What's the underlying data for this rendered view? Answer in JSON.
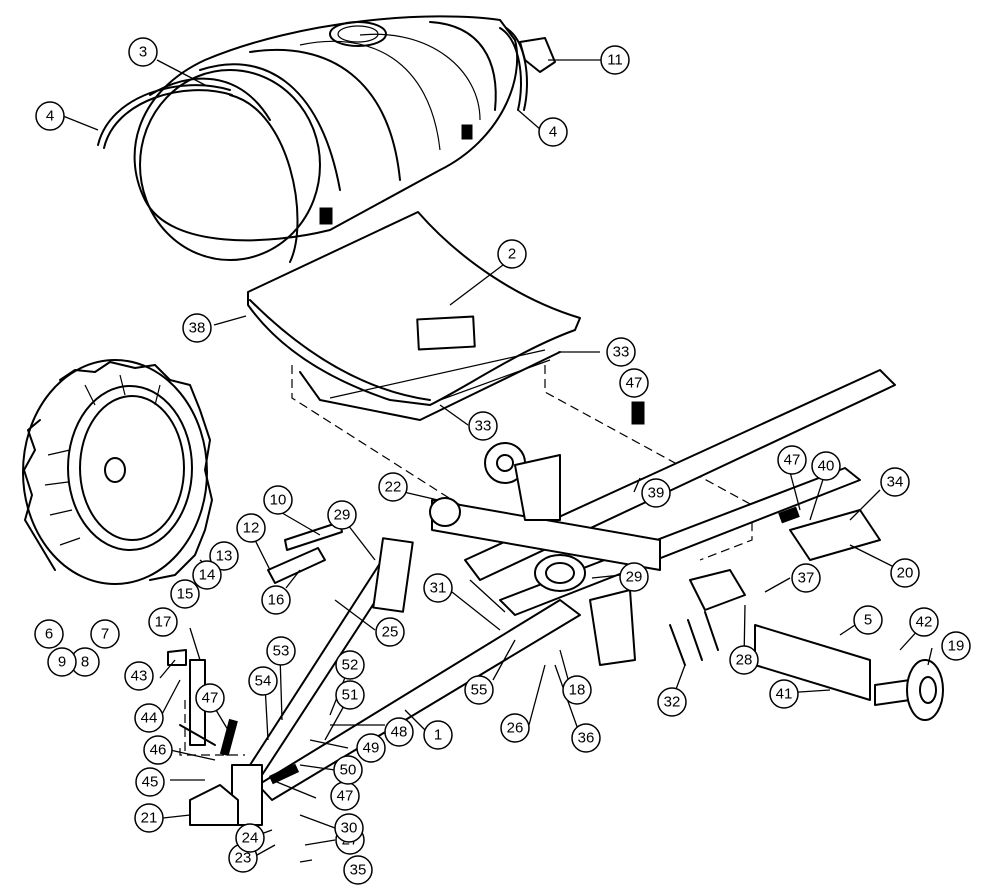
{
  "callouts": [
    {
      "id": "c1",
      "label": "1"
    },
    {
      "id": "c2",
      "label": "2"
    },
    {
      "id": "c3",
      "label": "3"
    },
    {
      "id": "c4a",
      "label": "4"
    },
    {
      "id": "c4b",
      "label": "4"
    },
    {
      "id": "c5",
      "label": "5"
    },
    {
      "id": "c6",
      "label": "6"
    },
    {
      "id": "c7",
      "label": "7"
    },
    {
      "id": "c8",
      "label": "8"
    },
    {
      "id": "c9",
      "label": "9"
    },
    {
      "id": "c10",
      "label": "10"
    },
    {
      "id": "c11",
      "label": "11"
    },
    {
      "id": "c12",
      "label": "12"
    },
    {
      "id": "c13",
      "label": "13"
    },
    {
      "id": "c14",
      "label": "14"
    },
    {
      "id": "c15",
      "label": "15"
    },
    {
      "id": "c16",
      "label": "16"
    },
    {
      "id": "c17",
      "label": "17"
    },
    {
      "id": "c18",
      "label": "18"
    },
    {
      "id": "c19",
      "label": "19"
    },
    {
      "id": "c20",
      "label": "20"
    },
    {
      "id": "c21",
      "label": "21"
    },
    {
      "id": "c22",
      "label": "22"
    },
    {
      "id": "c23",
      "label": "23"
    },
    {
      "id": "c24",
      "label": "24"
    },
    {
      "id": "c25",
      "label": "25"
    },
    {
      "id": "c26",
      "label": "26"
    },
    {
      "id": "c27",
      "label": "27"
    },
    {
      "id": "c28",
      "label": "28"
    },
    {
      "id": "c29a",
      "label": "29"
    },
    {
      "id": "c29b",
      "label": "29"
    },
    {
      "id": "c30",
      "label": "30"
    },
    {
      "id": "c31",
      "label": "31"
    },
    {
      "id": "c32",
      "label": "32"
    },
    {
      "id": "c33a",
      "label": "33"
    },
    {
      "id": "c33b",
      "label": "33"
    },
    {
      "id": "c34",
      "label": "34"
    },
    {
      "id": "c35",
      "label": "35"
    },
    {
      "id": "c36",
      "label": "36"
    },
    {
      "id": "c37",
      "label": "37"
    },
    {
      "id": "c38",
      "label": "38"
    },
    {
      "id": "c39",
      "label": "39"
    },
    {
      "id": "c40",
      "label": "40"
    },
    {
      "id": "c41",
      "label": "41"
    },
    {
      "id": "c42",
      "label": "42"
    },
    {
      "id": "c43",
      "label": "43"
    },
    {
      "id": "c44",
      "label": "44"
    },
    {
      "id": "c45",
      "label": "45"
    },
    {
      "id": "c46",
      "label": "46"
    },
    {
      "id": "c47a",
      "label": "47"
    },
    {
      "id": "c47b",
      "label": "47"
    },
    {
      "id": "c47c",
      "label": "47"
    },
    {
      "id": "c47d",
      "label": "47"
    },
    {
      "id": "c48",
      "label": "48"
    },
    {
      "id": "c49",
      "label": "49"
    },
    {
      "id": "c50",
      "label": "50"
    },
    {
      "id": "c51",
      "label": "51"
    },
    {
      "id": "c52",
      "label": "52"
    },
    {
      "id": "c53",
      "label": "53"
    },
    {
      "id": "c54",
      "label": "54"
    },
    {
      "id": "c55",
      "label": "55"
    }
  ]
}
